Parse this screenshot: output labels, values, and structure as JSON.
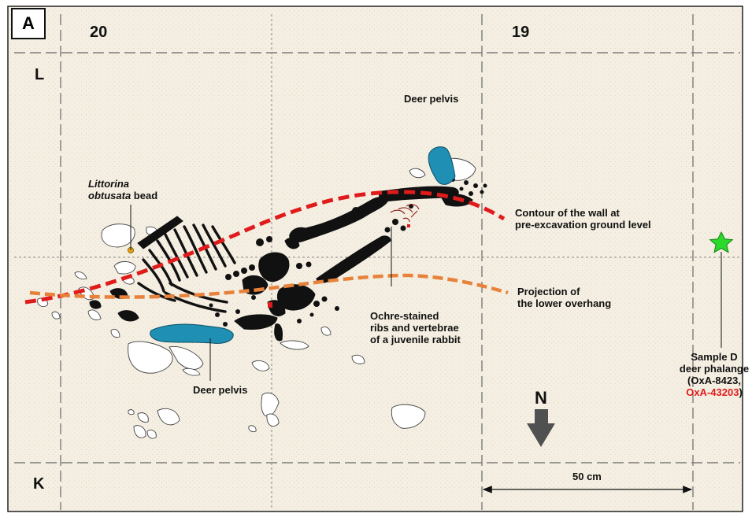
{
  "panel_letter": "A",
  "grid": {
    "col_left": "20",
    "col_right": "19",
    "row_top": "L",
    "row_bottom": "K"
  },
  "labels": {
    "deer_pelvis_top": "Deer pelvis",
    "deer_pelvis_bottom": "Deer pelvis",
    "littorina_species": "Littorina",
    "littorina_species_2": "obtusata",
    "littorina_bead": "bead",
    "contour_line1": "Contour of the wall at",
    "contour_line2": "pre-excavation ground level",
    "projection_line1": "Projection of",
    "projection_line2": "the lower overhang",
    "ochre_line1": "Ochre-stained",
    "ochre_line2": "ribs and vertebrae",
    "ochre_line3": "of a juvenile rabbit",
    "sample_line1": "Sample D",
    "sample_line2": "deer phalange",
    "sample_line3": "(OxA-8423,",
    "sample_line4_red": "OxA-43203",
    "sample_line4_close": ")"
  },
  "north": "N",
  "scale": "50 cm",
  "colors": {
    "background": "#f4efe2",
    "bone": "#111111",
    "pelvis": "#1f8fb3",
    "wall_contour": "#e01b1b",
    "overhang": "#e8823a",
    "sample_star": "#2bd92b",
    "red_text": "#e01b1b"
  }
}
